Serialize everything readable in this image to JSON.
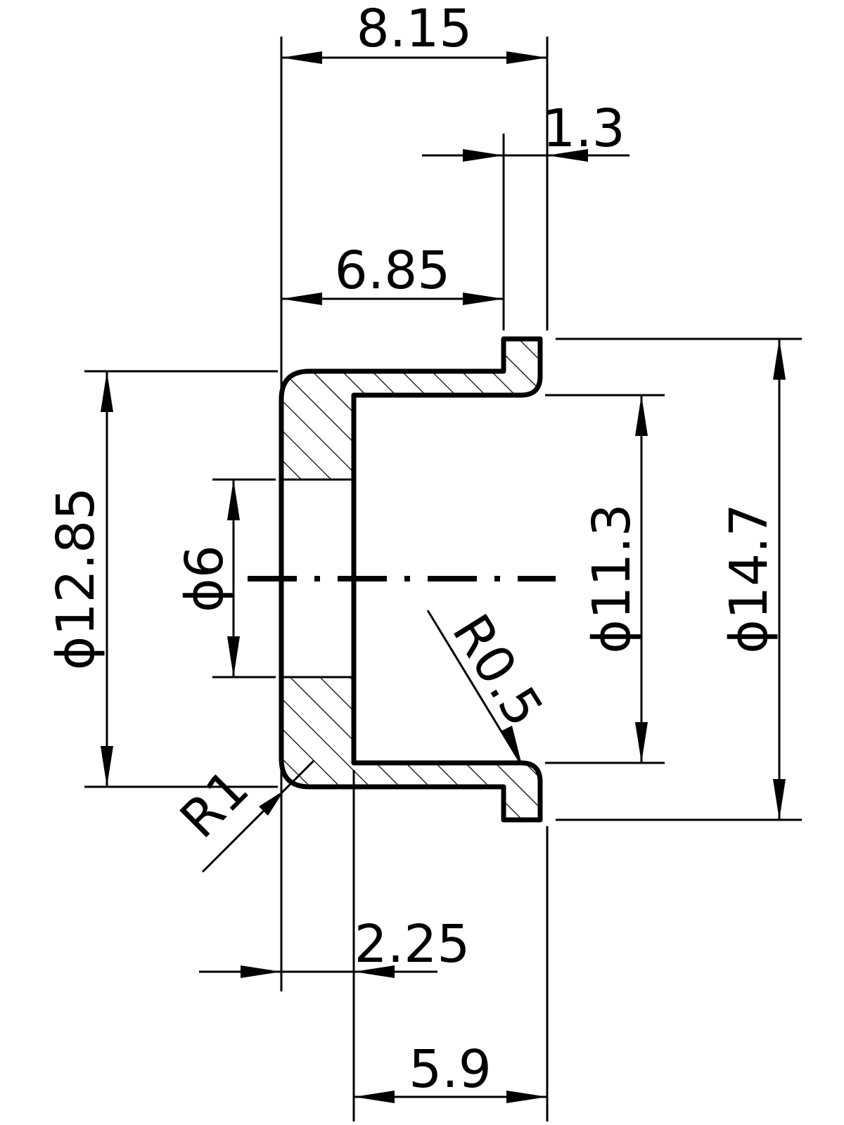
{
  "dimensions": {
    "overall_length": "8.15",
    "flange_thickness": "1.3",
    "flange_offset": "6.85",
    "body_diameter": "ϕ12.85",
    "hole_diameter": "ϕ6",
    "bore_diameter": "ϕ11.3",
    "flange_diameter": "ϕ14.7",
    "inner_radius": "R0.5",
    "outer_radius": "R1",
    "wall_thickness": "2.25",
    "bore_depth": "5.9"
  },
  "colors": {
    "line": "#000000",
    "background": "#ffffff"
  }
}
